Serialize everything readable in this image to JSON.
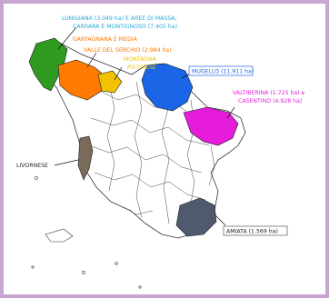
{
  "colors": {
    "border": "#c9a6cf",
    "lunigiana": "#2f9a1f",
    "garfagnana": "#ff7a00",
    "montagna": "#f2c200",
    "mugello": "#1a66e6",
    "casentino": "#e51cd9",
    "livornese": "#7a6a5a",
    "amiata": "#4f5a6e",
    "base": "#ffffff",
    "lines": "#333333"
  },
  "labels": {
    "lunigiana_1": "LUNIGIANA (3.049 ha) E AREE DI MASSA,",
    "lunigiana_2": "CARRARA E MONTIGNOSO (7.405 ha)",
    "garfagnana_1": "GARFAGNANA E MEDIA",
    "garfagnana_2": "VALLE DEL SERCHIO (2.984 ha)",
    "montagna_1": "MONTAGNA",
    "montagna_2": "PISTOIESE",
    "mugello": "MUGELLO (11.911 ha)",
    "valtiberina_1": "VALTIBERINA (1.725 ha) e",
    "valtiberina_2": "CASENTINO (4.928 ha)",
    "livornese": "LIVORNESE",
    "amiata": "AMIATA (1.569 ha)"
  }
}
